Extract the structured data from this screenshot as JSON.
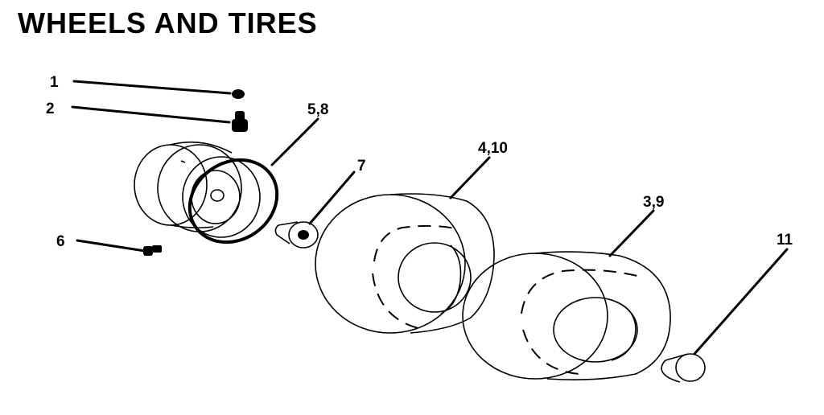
{
  "title": "WHEELS AND TIRES",
  "callouts": {
    "c1": "1",
    "c2": "2",
    "c58": "5,8",
    "c7": "7",
    "c410": "4,10",
    "c39": "3,9",
    "c6": "6",
    "c11": "11"
  }
}
